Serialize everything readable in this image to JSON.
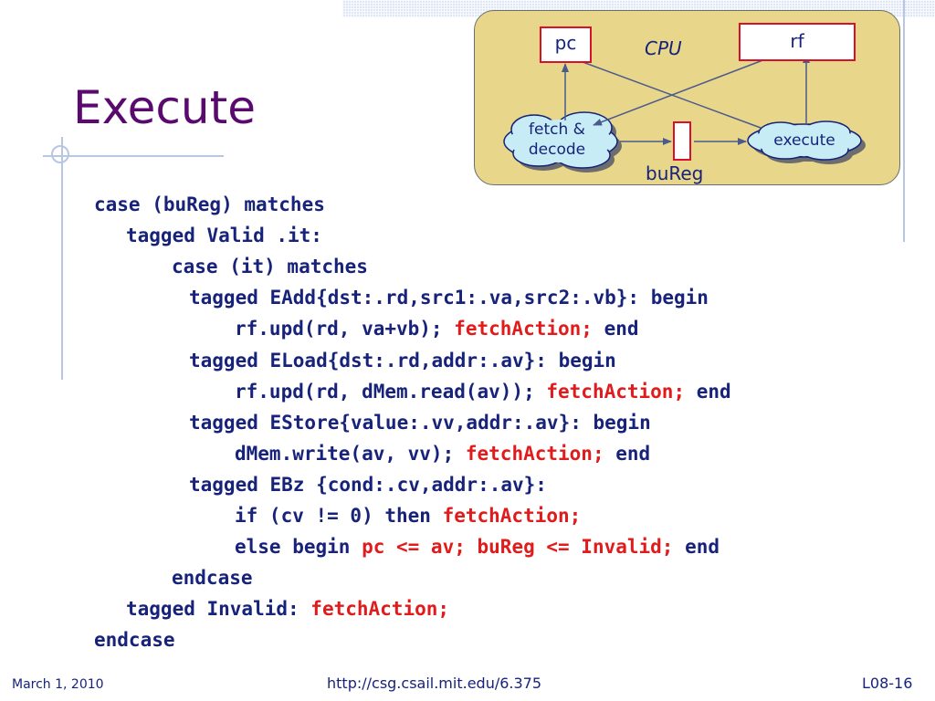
{
  "slide": {
    "title": "Execute"
  },
  "diagram": {
    "cpu_label": "CPU",
    "pc_label": "pc",
    "rf_label": "rf",
    "fetch_decode_label_line1": "fetch &",
    "fetch_decode_label_line2": "decode",
    "execute_label": "execute",
    "bureg_label": "buReg"
  },
  "code": {
    "lines": [
      {
        "indent": "",
        "parts": [
          {
            "t": "case (buReg) matches",
            "hl": false
          }
        ]
      },
      {
        "indent": "  ",
        "parts": [
          {
            "t": "tagged Valid .it:",
            "hl": false
          }
        ]
      },
      {
        "indent": "    ",
        "parts": [
          {
            "t": "case (it) matches",
            "hl": false
          }
        ]
      },
      {
        "indent": "     ",
        "parts": [
          {
            "t": "tagged EAdd{dst:.rd,src1:.va,src2:.vb}: begin",
            "hl": false
          }
        ]
      },
      {
        "indent": "       ",
        "parts": [
          {
            "t": "rf.upd(rd, va+vb); ",
            "hl": false
          },
          {
            "t": "fetchAction;",
            "hl": true
          },
          {
            "t": " end",
            "hl": false
          }
        ]
      },
      {
        "indent": "     ",
        "parts": [
          {
            "t": "tagged ELoad{dst:.rd,addr:.av}: begin",
            "hl": false
          }
        ]
      },
      {
        "indent": "       ",
        "parts": [
          {
            "t": "rf.upd(rd, dMem.read(av)); ",
            "hl": false
          },
          {
            "t": "fetchAction;",
            "hl": true
          },
          {
            "t": " end",
            "hl": false
          }
        ]
      },
      {
        "indent": "     ",
        "parts": [
          {
            "t": "tagged EStore{value:.vv,addr:.av}: begin",
            "hl": false
          }
        ]
      },
      {
        "indent": "       ",
        "parts": [
          {
            "t": "dMem.write(av, vv); ",
            "hl": false
          },
          {
            "t": "fetchAction;",
            "hl": true
          },
          {
            "t": " end",
            "hl": false
          }
        ]
      },
      {
        "indent": "     ",
        "parts": [
          {
            "t": "tagged EBz {cond:.cv,addr:.av}:",
            "hl": false
          }
        ]
      },
      {
        "indent": "       ",
        "parts": [
          {
            "t": "if (cv != 0) then ",
            "hl": false
          },
          {
            "t": "fetchAction;",
            "hl": true
          }
        ]
      },
      {
        "indent": "       ",
        "parts": [
          {
            "t": "else begin ",
            "hl": false
          },
          {
            "t": "pc <= av; buReg <= Invalid;",
            "hl": true
          },
          {
            "t": " end",
            "hl": false
          }
        ]
      },
      {
        "indent": "    ",
        "parts": [
          {
            "t": "endcase",
            "hl": false
          }
        ]
      },
      {
        "indent": "  ",
        "parts": [
          {
            "t": "tagged Invalid: ",
            "hl": false
          },
          {
            "t": "fetchAction;",
            "hl": true
          }
        ]
      },
      {
        "indent": "",
        "parts": [
          {
            "t": "endcase",
            "hl": false
          }
        ]
      }
    ]
  },
  "footer": {
    "date": "March 1, 2010",
    "url": "http://csg.csail.mit.edu/6.375",
    "page": "L08-16"
  },
  "colors": {
    "title": "#5a0a6e",
    "code": "#17237a",
    "highlight": "#e11b1b",
    "cpu_fill": "#e8d68b",
    "register_border": "#d8102a",
    "cloud_fill": "#c7ecf6"
  }
}
